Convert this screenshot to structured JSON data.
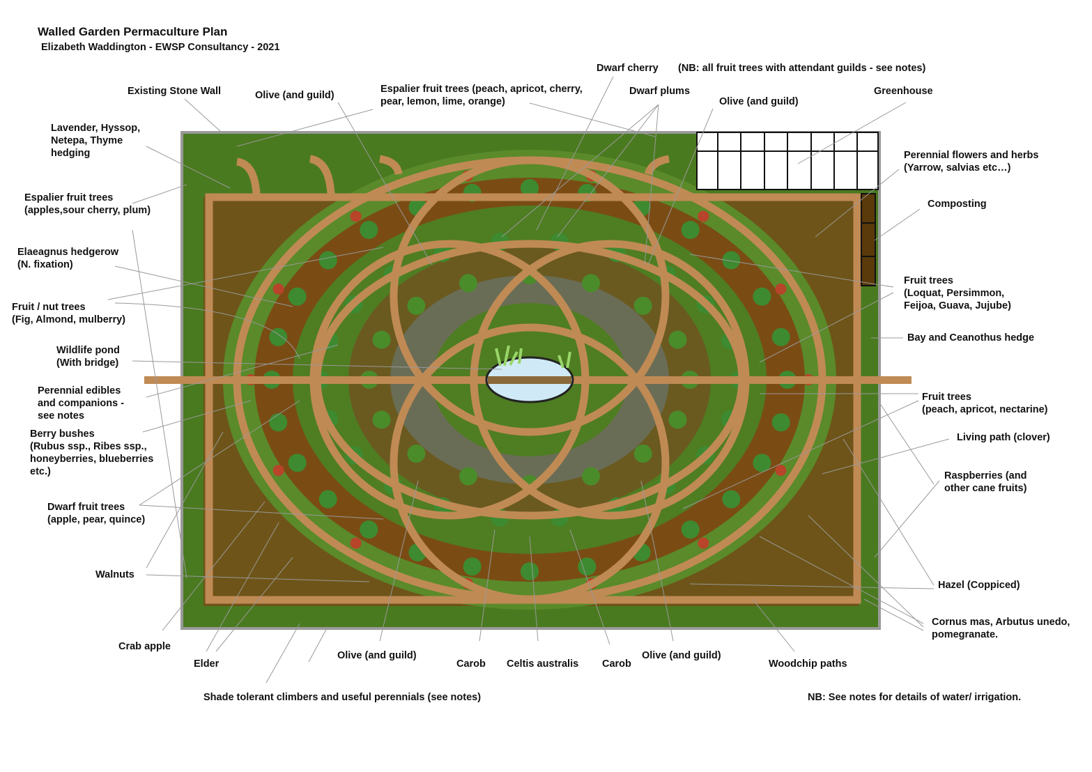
{
  "header": {
    "title": "Walled Garden Permaculture Plan",
    "subtitle": "Elizabeth Waddington - EWSP Consultancy - 2021"
  },
  "labels": {
    "stone_wall": "Existing Stone Wall",
    "olive_top": "Olive (and guild)",
    "espalier_top": "Espalier fruit trees (peach, apricot, cherry,\npear, lemon, lime, orange)",
    "dwarf_cherry": "Dwarf cherry",
    "nb_fruit": "(NB: all fruit trees with attendant guilds - see notes)",
    "dwarf_plums": "Dwarf plums",
    "olive_top_right": "Olive (and guild)",
    "greenhouse": "Greenhouse",
    "lavender": "Lavender, Hyssop,\nNetepa, Thyme\nhedging",
    "perennial_flowers": "Perennial flowers and herbs\n(Yarrow, salvias etc…)",
    "espalier_left": "Espalier fruit trees\n(apples,sour cherry, plum)",
    "composting": "Composting",
    "elaeagnus": "Elaeagnus hedgerow\n(N. fixation)",
    "fruit_trees_loquat": "Fruit trees\n(Loquat, Persimmon,\nFeijoa, Guava, Jujube)",
    "fruit_nut": "Fruit / nut trees\n(Fig, Almond, mulberry)",
    "bay_hedge": "Bay and Ceanothus hedge",
    "pond": "Wildlife pond\n(With bridge)",
    "perennial_edibles": "Perennial edibles\nand companions -\nsee notes",
    "fruit_trees_peach": "Fruit trees\n(peach, apricot, nectarine)",
    "berry": "Berry bushes\n(Rubus ssp., Ribes ssp.,\nhoneyberries, blueberries\netc.)",
    "living_path": "Living path (clover)",
    "raspberries": "Raspberries (and\nother cane fruits)",
    "dwarf_fruit": "Dwarf fruit trees\n(apple, pear, quince)",
    "walnuts": "Walnuts",
    "hazel": "Hazel (Coppiced)",
    "cornus": "Cornus mas, Arbutus unedo,\npomegranate.",
    "crab_apple": "Crab apple",
    "elder": "Elder",
    "olive_bottom_left": "Olive (and guild)",
    "carob_left": "Carob",
    "celtis": "Celtis australis",
    "carob_right": "Carob",
    "olive_bottom_right": "Olive (and guild)",
    "woodchip": "Woodchip paths",
    "shade": "Shade tolerant climbers and useful perennials (see notes)",
    "nb_water": "NB: See notes for details of water/ irrigation."
  },
  "colors": {
    "wall": "#9a9a9a",
    "soil": "#7a4c14",
    "green": "#4f7d22",
    "tree": "#3e8a30",
    "path": "#c08a55",
    "pond": "#cfeaf6"
  }
}
